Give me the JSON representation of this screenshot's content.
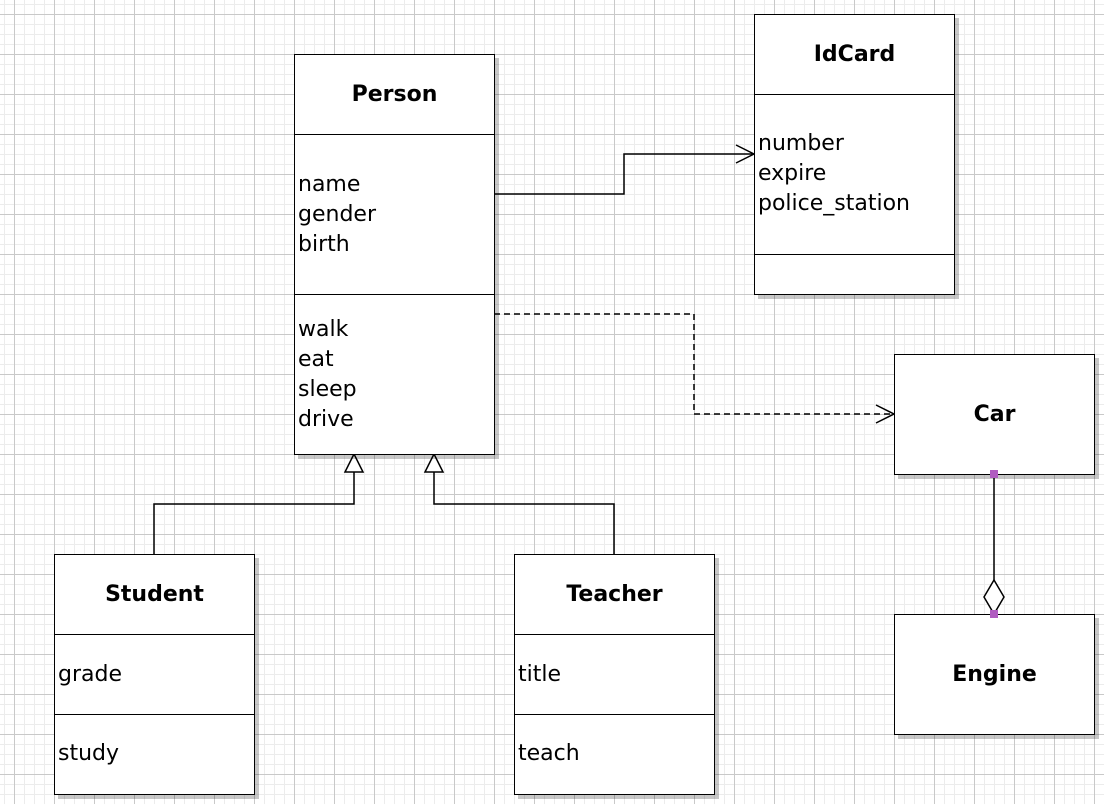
{
  "colors": {
    "line": "#000000",
    "connector_handle": "#b05cc0",
    "grid_major": "#c9c9c9",
    "grid_minor": "#ececec"
  },
  "classes": {
    "person": {
      "name": "Person",
      "attributes": [
        "name",
        "gender",
        "birth"
      ],
      "methods": [
        "walk",
        "eat",
        "sleep",
        "drive"
      ]
    },
    "idcard": {
      "name": "IdCard",
      "attributes": [
        "number",
        "expire",
        "police_station"
      ]
    },
    "car": {
      "name": "Car"
    },
    "engine": {
      "name": "Engine"
    },
    "student": {
      "name": "Student",
      "attributes": [
        "grade"
      ],
      "methods": [
        "study"
      ]
    },
    "teacher": {
      "name": "Teacher",
      "attributes": [
        "title"
      ],
      "methods": [
        "teach"
      ]
    }
  },
  "relations": [
    {
      "from": "Person",
      "to": "IdCard",
      "kind": "association"
    },
    {
      "from": "Person",
      "to": "Car",
      "kind": "dependency"
    },
    {
      "from": "Student",
      "to": "Person",
      "kind": "generalization"
    },
    {
      "from": "Teacher",
      "to": "Person",
      "kind": "generalization"
    },
    {
      "from": "Engine",
      "to": "Car",
      "kind": "aggregation"
    }
  ]
}
